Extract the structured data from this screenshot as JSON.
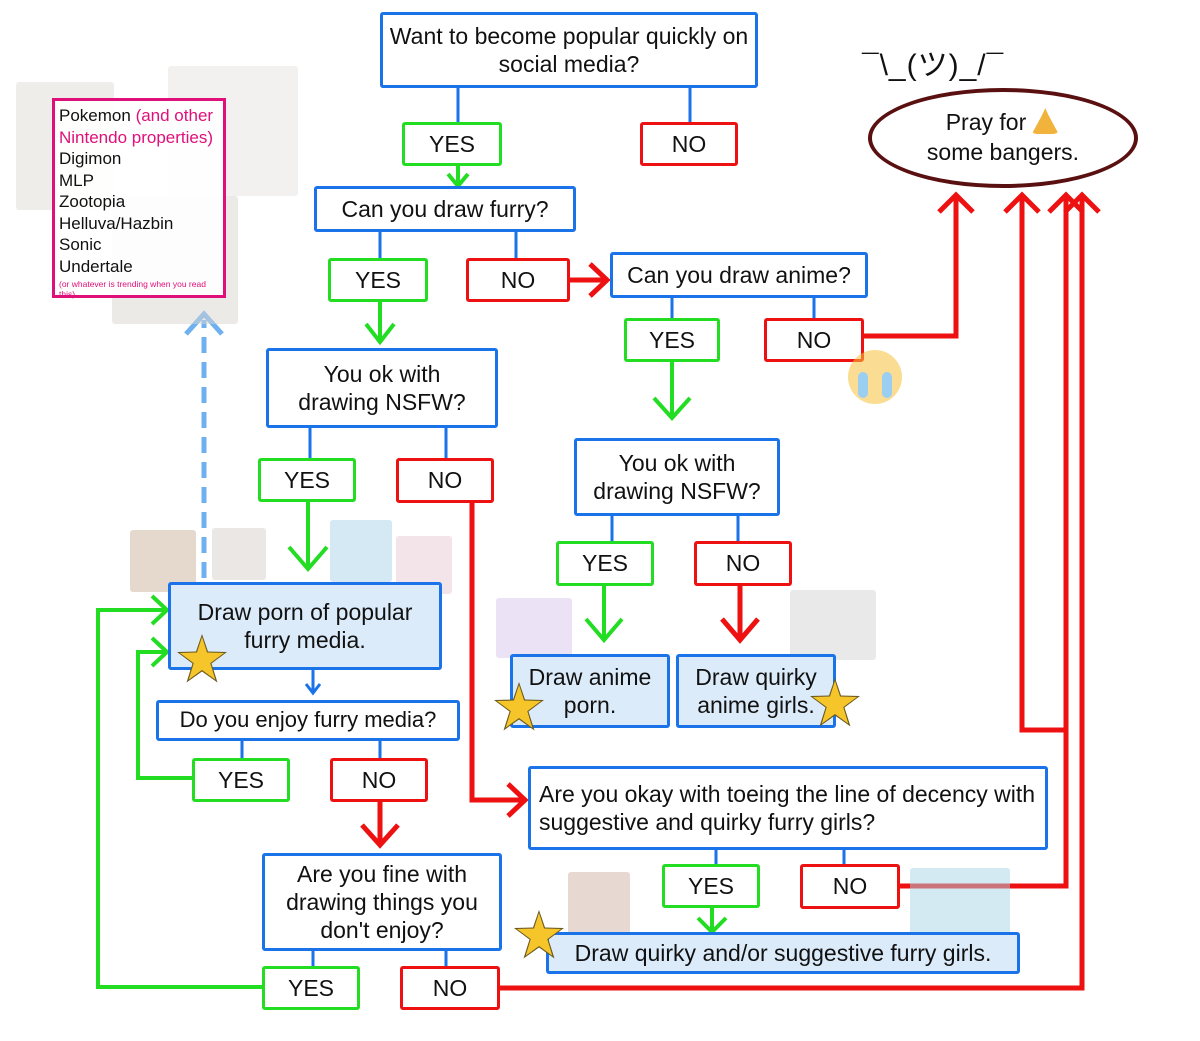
{
  "nodes": {
    "q1": "Want to become popular quickly on social media?",
    "q1_yes": "YES",
    "q1_no": "NO",
    "q2": "Can you draw furry?",
    "q2_yes": "YES",
    "q2_no": "NO",
    "q3": "Can you draw anime?",
    "q3_yes": "YES",
    "q3_no": "NO",
    "q4": "You ok with drawing NSFW?",
    "q4_yes": "YES",
    "q4_no": "NO",
    "q5": "You ok with drawing NSFW?",
    "q5_yes": "YES",
    "q5_no": "NO",
    "r_furry_porn": "Draw porn of popular furry media.",
    "r_anime_porn": "Draw anime porn.",
    "r_quirky_anime": "Draw quirky anime girls.",
    "q6": "Do you enjoy furry media?",
    "q6_yes": "YES",
    "q6_no": "NO",
    "q7": "Are you okay with toeing the line of decency with suggestive and quirky furry girls?",
    "q7_yes": "YES",
    "q7_no": "NO",
    "q8": "Are you fine with drawing things you don't enjoy?",
    "q8_yes": "YES",
    "q8_no": "NO",
    "r_quirky_furry": "Draw quirky and/or suggestive furry girls.",
    "pray_line1": "Pray for",
    "pray_line2": "some bangers.",
    "shrug": "¯\\_(ツ)_/¯"
  },
  "media_list": {
    "first": "Pokemon",
    "first_note": "(and other Nintendo properties)",
    "items": [
      "Digimon",
      "MLP",
      "Zootopia",
      "Helluva/Hazbin",
      "Sonic",
      "Undertale"
    ],
    "footnote": "(or whatever is trending when you read this)"
  },
  "icons": {
    "star": "star-icon",
    "pray": "praying-hands-icon",
    "cry": "crying-face-icon"
  },
  "colors": {
    "question_border": "#1a73e8",
    "yes": "#22dd22",
    "no": "#ee1111",
    "result_fill": "#dcebfa",
    "list_border": "#e0107a",
    "dashed_arrow": "#6fb0f0",
    "star": "#f5c52a"
  }
}
